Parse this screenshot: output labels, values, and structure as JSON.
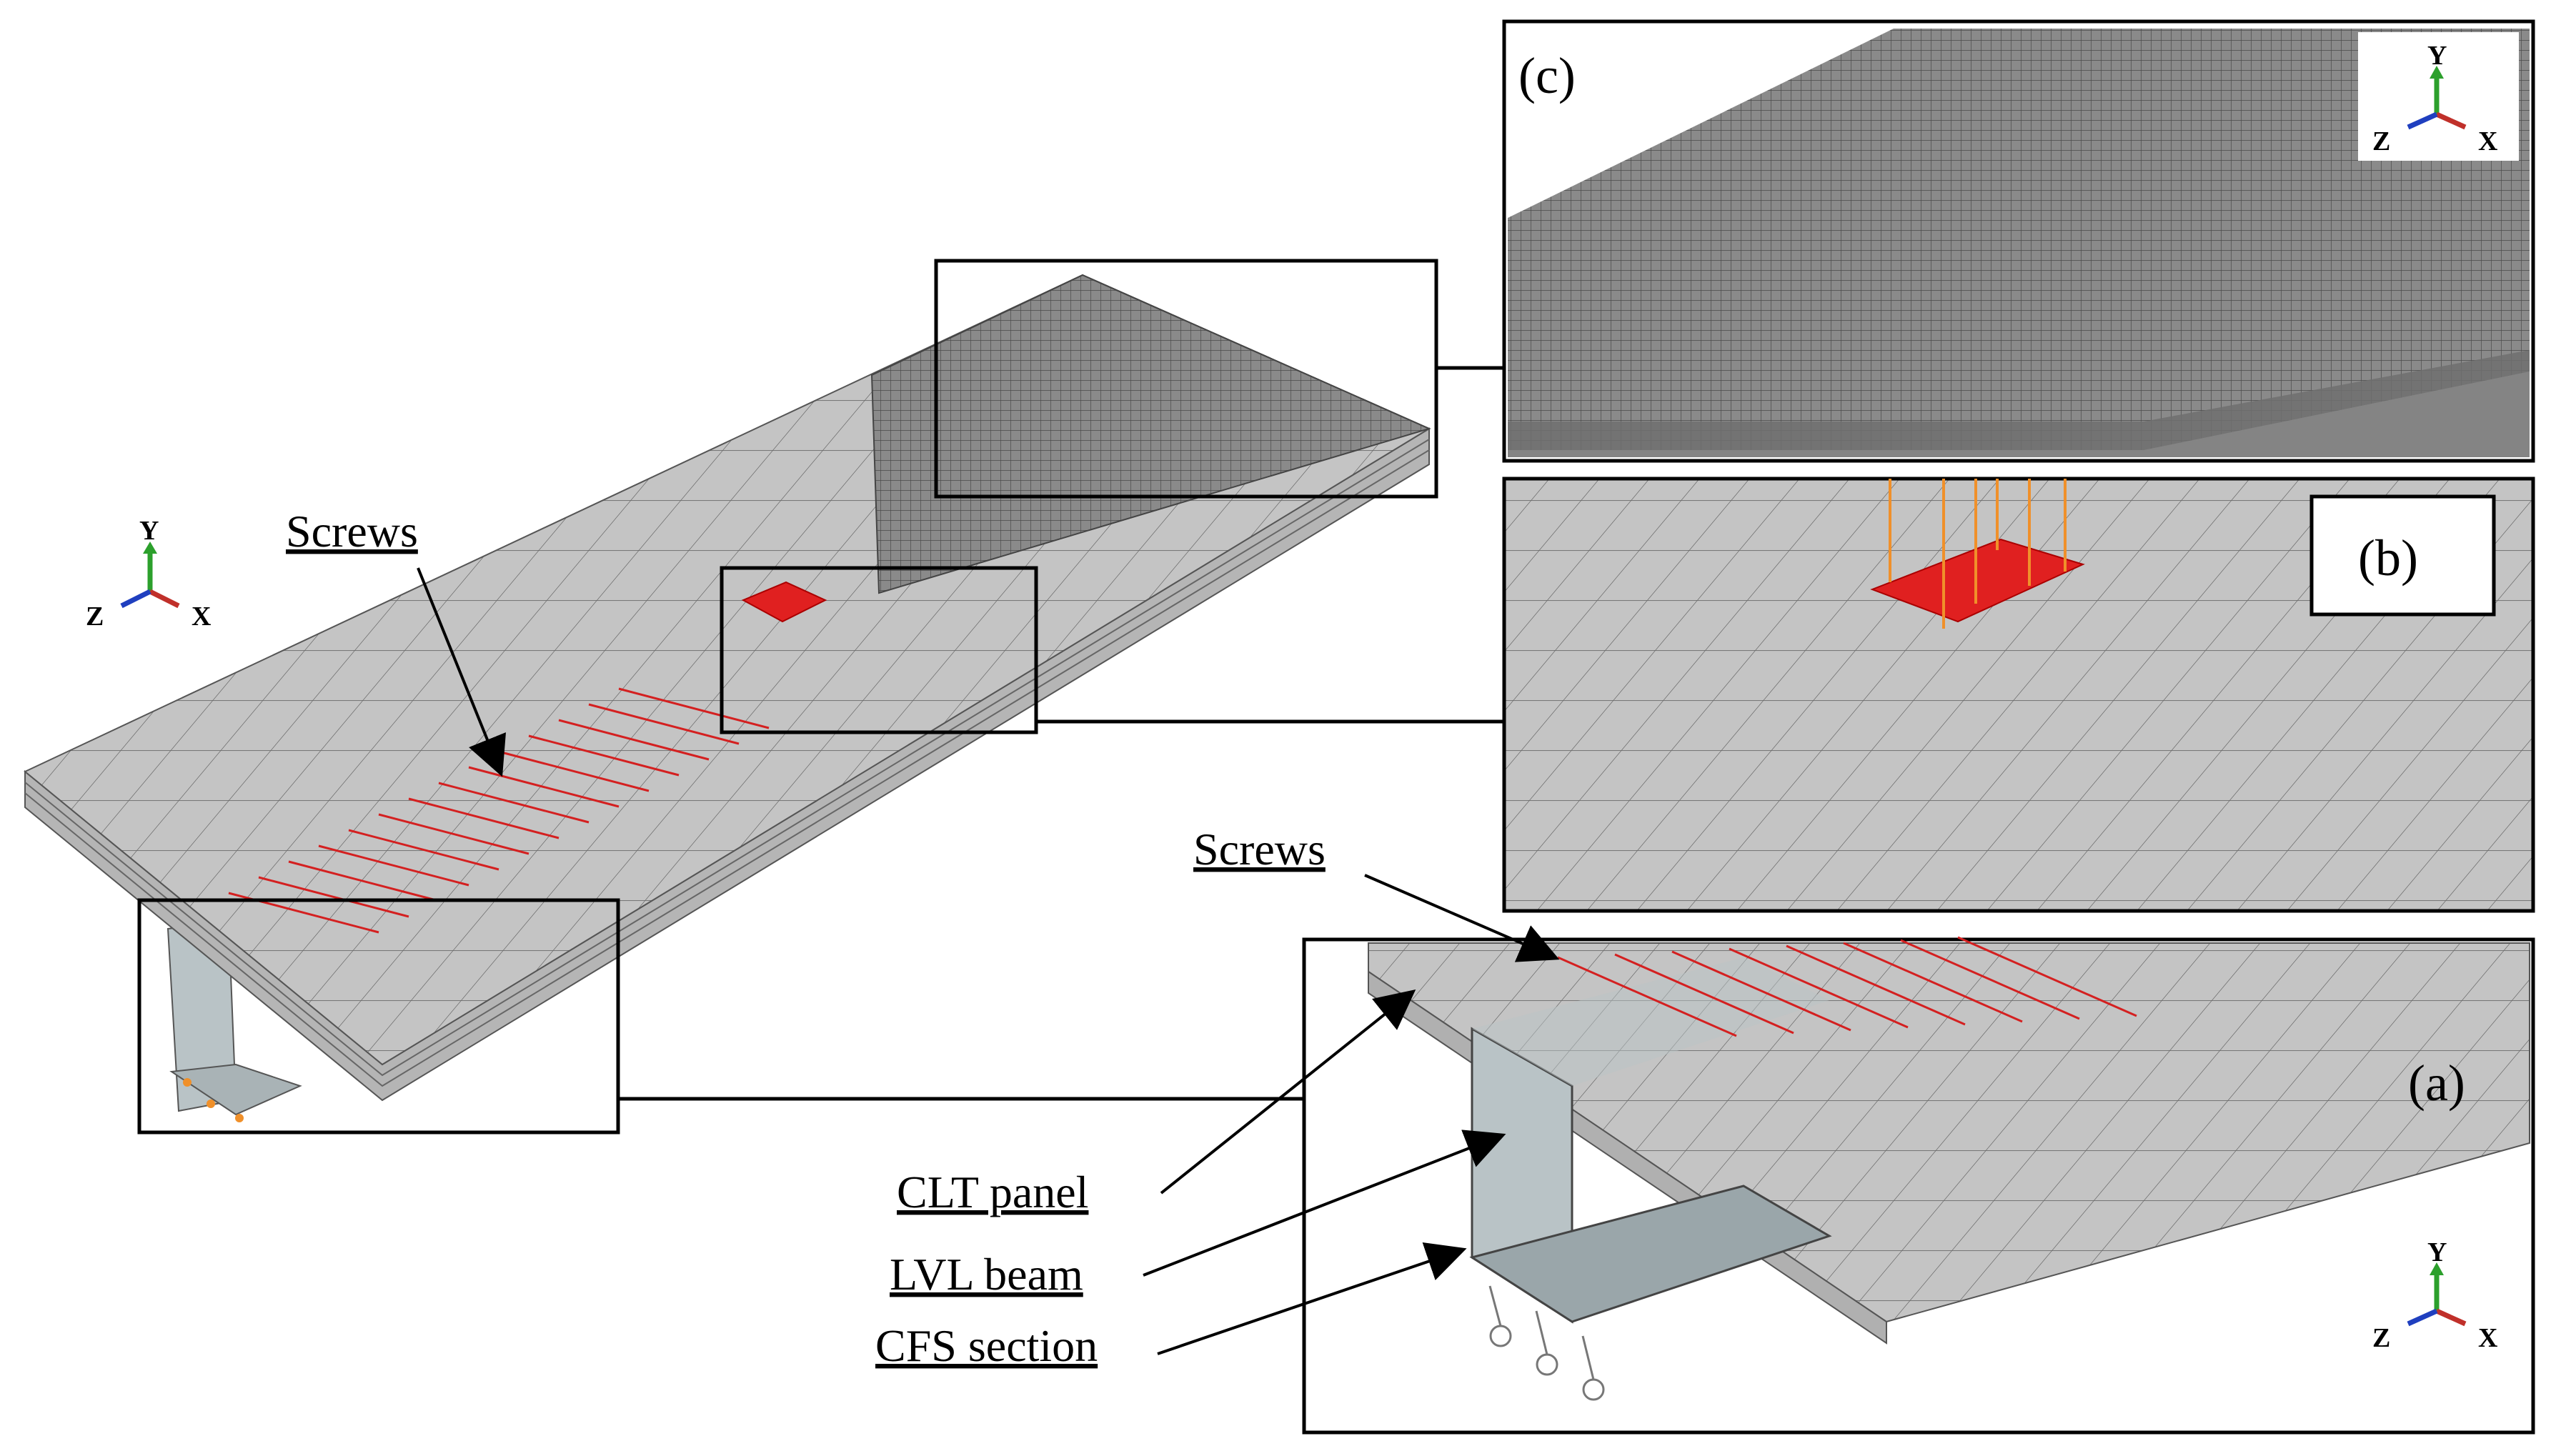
{
  "labels": {
    "screws_main": "Screws",
    "screws_detail": "Screws",
    "clt_panel": "CLT panel",
    "lvl_beam": "LVL beam",
    "cfs_section": "CFS section",
    "panel_a": "(a)",
    "panel_b": "(b)",
    "panel_c": "(c)"
  },
  "axes_triad": {
    "y": "Y",
    "z": "Z",
    "x": "X"
  },
  "colors": {
    "panel_fill": "#c9c9c9",
    "panel_top": "#bdbdbd",
    "mesh_fine": "#555555",
    "screw": "#d42020",
    "load_pad": "#e02020",
    "load_arrow": "#f0902a",
    "beam": "#b9c3c6",
    "axis_y": "#2ca02c",
    "axis_x": "#c0302a",
    "axis_z": "#1f3fbf"
  }
}
